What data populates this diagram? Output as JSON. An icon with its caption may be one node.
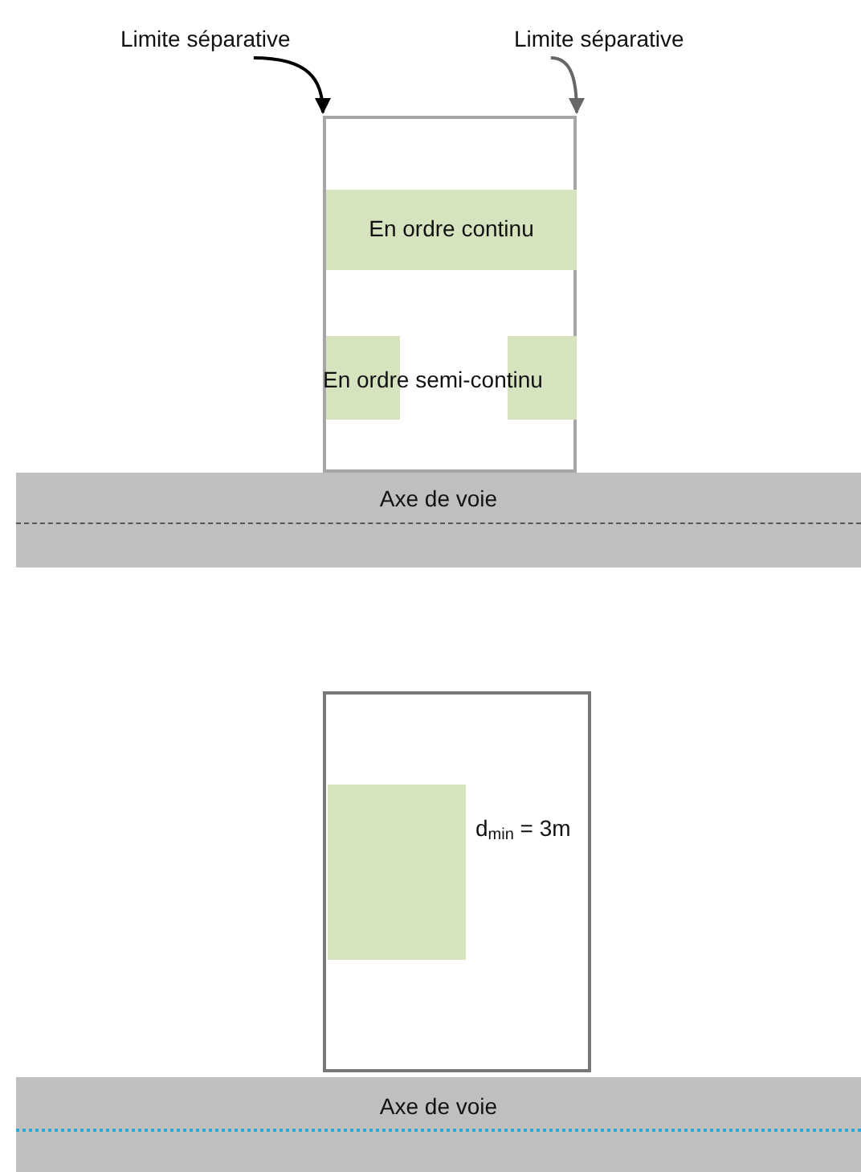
{
  "diagram": {
    "nodes": [
      {
        "text": [
          "Limite séparative"
        ]
      },
      {
        "text": [
          "Limite séparative"
        ]
      },
      {
        "text": [],
        "shape": "box"
      },
      {
        "text": [
          "En ordre continu"
        ],
        "in": 2
      },
      {
        "text": [],
        "shape": "box",
        "in": 2
      },
      {
        "text": [],
        "shape": "box",
        "in": 2
      },
      {
        "text": [
          "Axe de voie"
        ]
      },
      {
        "text": [],
        "shape": "box"
      },
      {
        "text": [],
        "shape": "box",
        "in": 7
      },
      {
        "text": [
          "Axe de voie"
        ]
      }
    ],
    "edges": [
      {
        "from": 0,
        "to": 2,
        "arrow": "to"
      },
      {
        "from": 1,
        "to": 2,
        "arrow": "to",
        "color": "#666666"
      }
    ],
    "labels": [
      "En ordre semi-continu",
      "d$_{min}$ = 3m"
    ]
  }
}
